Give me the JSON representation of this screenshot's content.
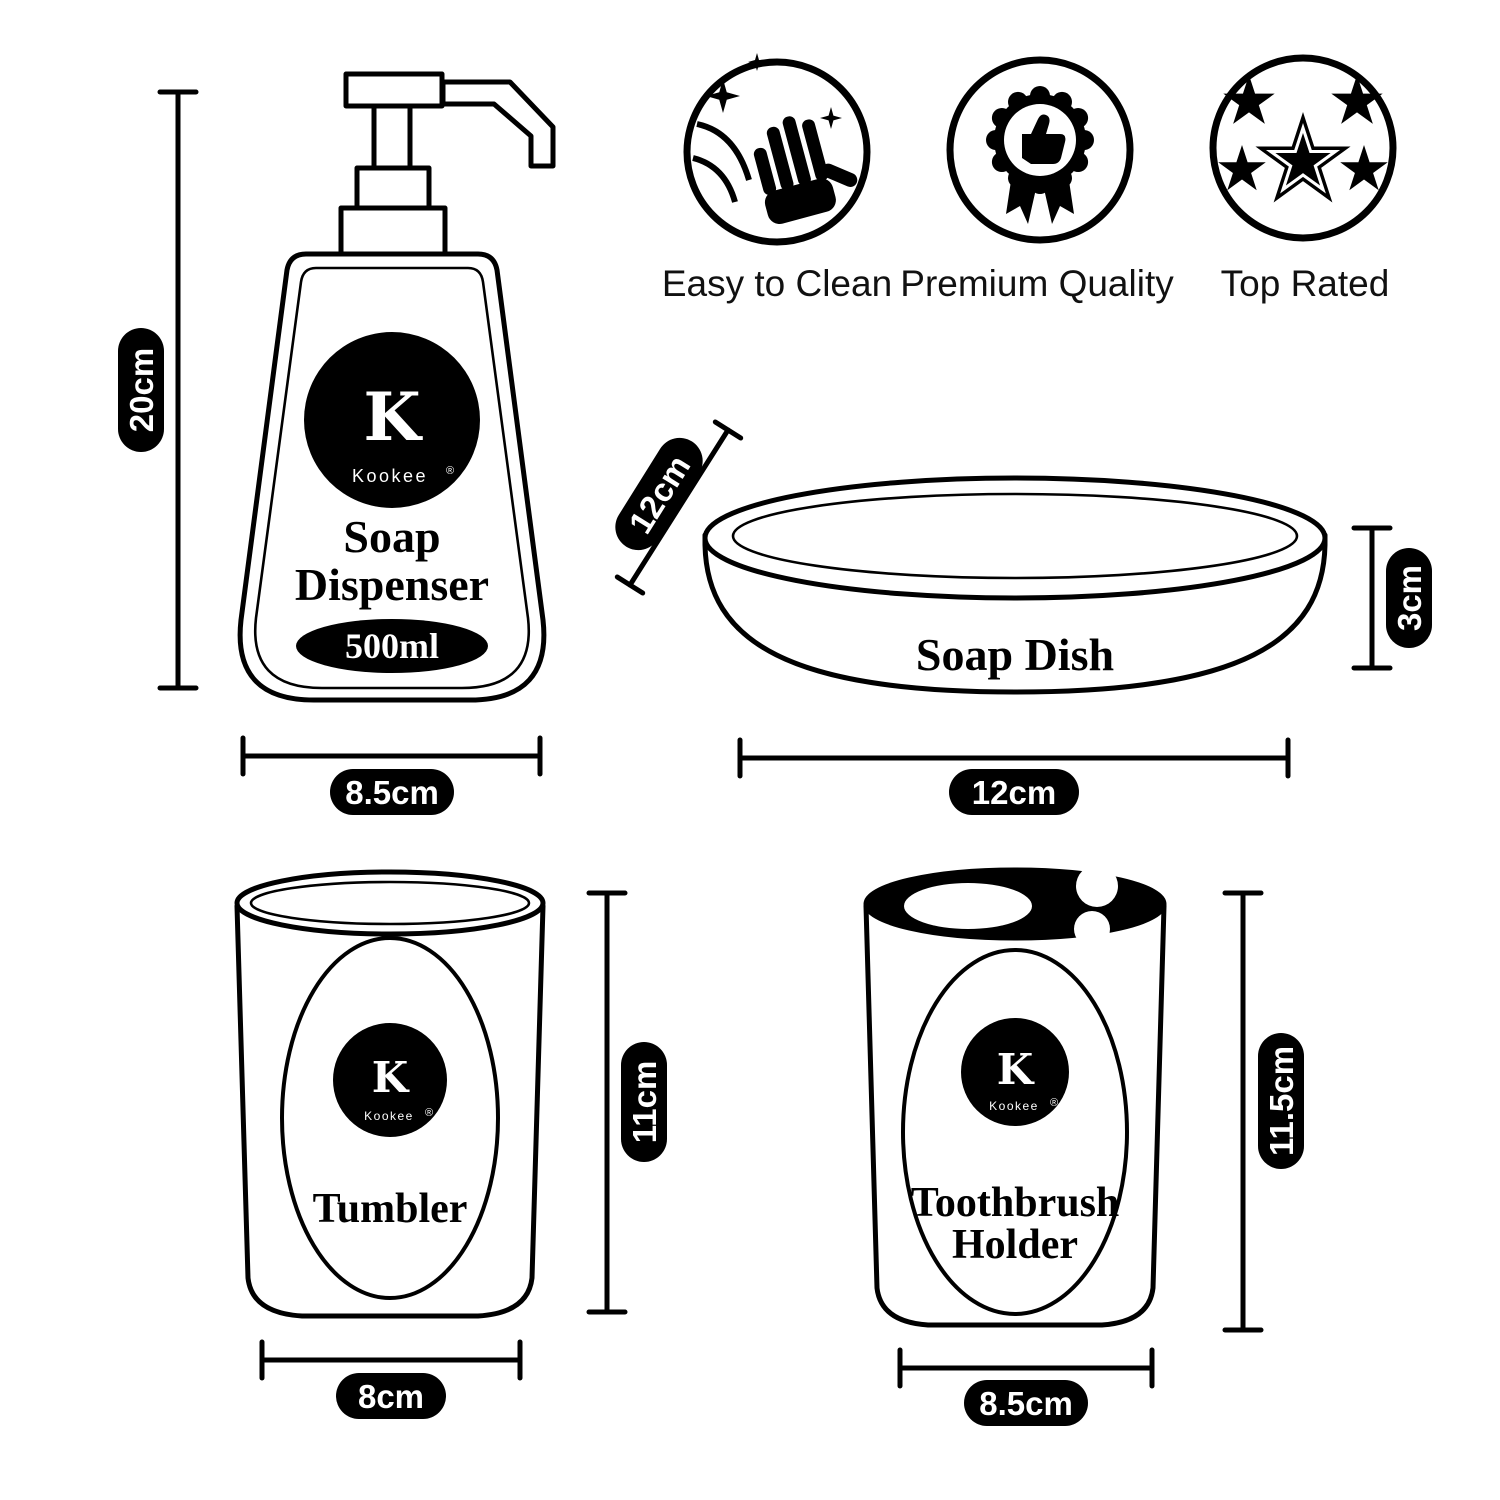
{
  "brand": {
    "name": "Kookee",
    "initial": "K",
    "reg": "®"
  },
  "features": {
    "items": [
      {
        "label": "Easy to Clean",
        "icon": "sparkle-hand-icon"
      },
      {
        "label": "Premium Quality",
        "icon": "premium-badge-icon"
      },
      {
        "label": "Top Rated",
        "icon": "star-rating-icon"
      }
    ]
  },
  "soap_dispenser": {
    "name_line1": "Soap",
    "name_line2": "Dispenser",
    "capacity": "500ml",
    "dim_height": "20cm",
    "dim_width": "8.5cm"
  },
  "soap_dish": {
    "name": "Soap Dish",
    "dim_depth": "12cm",
    "dim_height": "3cm",
    "dim_width": "12cm"
  },
  "tumbler": {
    "name": "Tumbler",
    "dim_height": "11cm",
    "dim_width": "8cm"
  },
  "toothbrush_holder": {
    "name_line1": "Toothbrush",
    "name_line2": "Holder",
    "dim_height": "11.5cm",
    "dim_width": "8.5cm"
  },
  "colors": {
    "ink": "#000000",
    "paper": "#ffffff"
  }
}
